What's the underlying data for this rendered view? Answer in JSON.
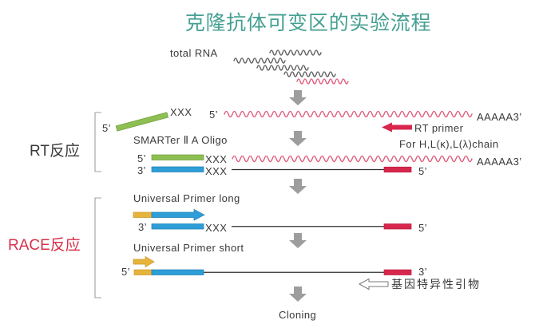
{
  "title": "克隆抗体可变区的实验流程",
  "stages": {
    "rt": "RT反应",
    "race": "RACE反应"
  },
  "total_rna": {
    "label": "total RNA"
  },
  "rt_binding": {
    "oligo_end": "5’",
    "oligo_tag": "XXX",
    "mrna_end_5": "5’",
    "mrna_end_3": "AAAAA3’",
    "rt_primer": "RT primer",
    "rt_primer_target": "For H,L(κ),L(λ)chain",
    "oligo_name": "SMARTer Ⅱ A Oligo"
  },
  "first_strand": {
    "oligo_end_5": "5’",
    "oligo_tag": "XXX",
    "mrna_end_3": "AAAAA3’",
    "cdna_end_3": "3’",
    "cdna_tag": "XXX",
    "cdna_end_5": "5’"
  },
  "race_long": {
    "primer_name": "Universal Primer long",
    "template_end_3": "3’",
    "template_tag": "XXX",
    "template_end_5": "5’"
  },
  "race_short": {
    "primer_name": "Universal Primer short",
    "product_end_5": "5’",
    "product_end_3": "3’",
    "gene_specific_primer": "基因特异性引物"
  },
  "final_step": "Cloning",
  "colors": {
    "title": "#45a092",
    "race_label": "#d6304a",
    "rna": "#5a5a5a",
    "mrna": "#e2587a",
    "oligo_green": "#8dbf52",
    "cdna_blue": "#2e9ed8",
    "primer_red": "#d8264d",
    "universal_yellow": "#e7b43b",
    "step_arrow": "#9d9d9d"
  }
}
